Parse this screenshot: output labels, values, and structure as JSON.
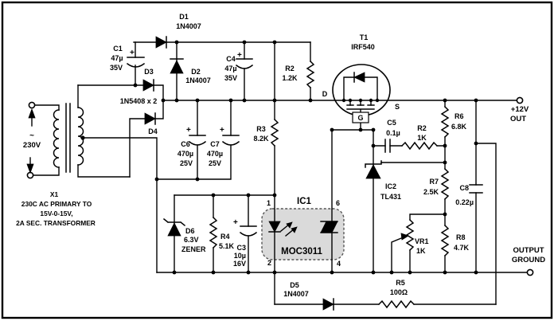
{
  "figure": {
    "kind": "power-supply circuit schematic"
  },
  "colors": {
    "ink": "#000000",
    "ic_fill": "#dadada"
  },
  "ac_input": {
    "tilde": "~",
    "voltage": "230V"
  },
  "transformer": {
    "ref": "X1",
    "line1": "230C AC PRIMARY TO",
    "line2": "15V-0-15V,",
    "line3": "2A SEC. TRANSFORMER"
  },
  "parts": {
    "c1": {
      "ref": "C1",
      "v1": "47µ",
      "v2": "35V",
      "plus": "+"
    },
    "d1": {
      "ref": "D1",
      "val": "1N4007"
    },
    "d2": {
      "ref": "D2",
      "val": "1N4007"
    },
    "d3": {
      "ref": "D3"
    },
    "d4": {
      "ref": "D4"
    },
    "d34": {
      "val": "1N5408 x 2"
    },
    "c4": {
      "ref": "C4",
      "v1": "47µ",
      "v2": "35V",
      "plus": "+"
    },
    "r2a": {
      "ref": "R2",
      "val": "1.2K"
    },
    "t1": {
      "ref": "T1",
      "val": "IRF540",
      "d": "D",
      "s": "S",
      "g": "G"
    },
    "c6": {
      "ref": "C6",
      "v1": "470µ",
      "v2": "25V",
      "plus": "+"
    },
    "c7": {
      "ref": "C7",
      "v1": "470µ",
      "v2": "25V",
      "plus": "+"
    },
    "r3": {
      "ref": "R3",
      "val": "8.2K"
    },
    "c5": {
      "ref": "C5",
      "val": "0.1µ"
    },
    "r2b": {
      "ref": "R2",
      "val": "1K"
    },
    "r6": {
      "ref": "R6",
      "val": "6.8K"
    },
    "ic2": {
      "ref": "IC2",
      "val": "TL431"
    },
    "r7": {
      "ref": "R7",
      "val": "2.5K"
    },
    "c8": {
      "ref": "C8",
      "val": "0.22µ"
    },
    "vr1": {
      "ref": "VR1",
      "val": "1K"
    },
    "r8": {
      "ref": "R8",
      "val": "4.7K"
    },
    "d6": {
      "ref": "D6",
      "v1": "6.3V",
      "v2": "ZENER"
    },
    "r4": {
      "ref": "R4",
      "val": "5.1K"
    },
    "c3": {
      "ref": "C3",
      "v1": "10µ",
      "v2": "16V",
      "plus": "+"
    },
    "ic1": {
      "ref": "IC1",
      "val": "MOC3011",
      "pin1": "1",
      "pin2": "2",
      "pin6": "6",
      "pin4": "4"
    },
    "d5": {
      "ref": "D5",
      "val": "1N4007"
    },
    "r5": {
      "ref": "R5",
      "val": "100Ω"
    }
  },
  "outputs": {
    "vout1": "+12V",
    "vout2": "OUT",
    "gnd1": "OUTPUT",
    "gnd2": "GROUND"
  }
}
